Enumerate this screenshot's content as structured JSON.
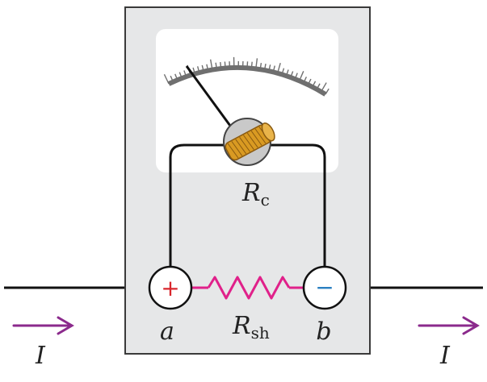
{
  "labels": {
    "coil_resistance": {
      "main": "R",
      "sub": "c"
    },
    "shunt_resistance": {
      "main": "R",
      "sub": "sh"
    },
    "terminal_a": "a",
    "terminal_b": "b",
    "current_left": "I",
    "current_right": "I",
    "plus_sign": "+",
    "minus_sign": "−"
  },
  "colors": {
    "housing": "#e6e7e8",
    "outline": "#3a3a3a",
    "wire": "#111111",
    "shunt": "#e0218a",
    "plus": "#d8262c",
    "minus": "#2a7fc1",
    "arrow": "#8b2a8c",
    "coil": "#d99a22",
    "scale": "#6f6f6f"
  },
  "icons": {
    "meter_needle": "needle",
    "coil": "coil-cylinder-icon",
    "arrows": "current-arrow-icon"
  }
}
